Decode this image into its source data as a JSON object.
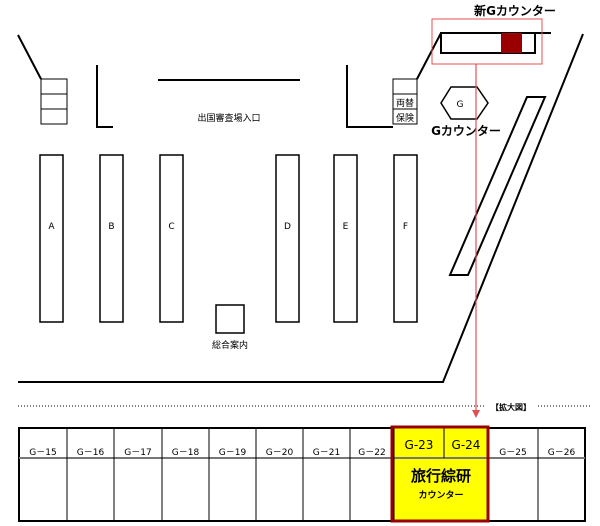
{
  "colors": {
    "highlight_border": "#e05050",
    "counter_fill": "#990000",
    "yellow": "#ffff00",
    "dark_red": "#990000"
  },
  "new_counter_label": "新Gカウンター",
  "g_counter": {
    "hex_label": "G",
    "label": "Gカウンター"
  },
  "exchange_box": [
    "両替",
    "保険"
  ],
  "departure_entrance": "出国審査場入口",
  "counters": [
    "A",
    "B",
    "C",
    "D",
    "E",
    "F"
  ],
  "info_desk": "総合案内",
  "enlarged_label": "【拡大図】",
  "gates": [
    "G－15",
    "G－16",
    "G－17",
    "G－18",
    "G－19",
    "G－20",
    "G－21",
    "G－22",
    "G-23",
    "G-24",
    "G－25",
    "G－26"
  ],
  "highlight": {
    "name": "旅行綜研",
    "sub": "カウンター"
  }
}
